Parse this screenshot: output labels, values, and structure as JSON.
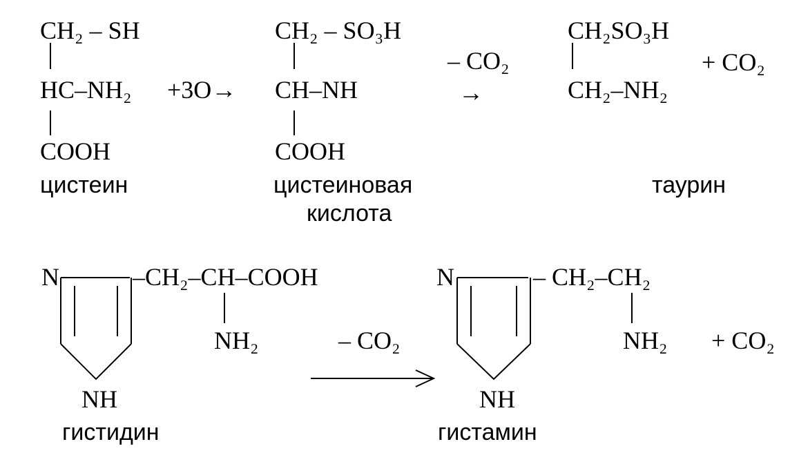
{
  "reaction1": {
    "cysteine": {
      "top": "CH₂ – SH",
      "middle": "HC–NH₂",
      "bottom": "COOH",
      "name": "цистеин"
    },
    "reagent": "+3O→",
    "cysteic_acid": {
      "top": "CH₂ – SO₃H",
      "middle": "CH–NH",
      "bottom": "COOH",
      "name_line1": "цистеиновая",
      "name_line2": "кислота"
    },
    "step": {
      "label": "– CO₂",
      "arrow": "→"
    },
    "taurine": {
      "top": "CH₂SO₃H",
      "bottom": "CH₂–NH₂",
      "name": "таурин"
    },
    "byproduct": "+ CO₂"
  },
  "reaction2": {
    "histidine": {
      "ring_n": "N",
      "chain": "–CH₂–CH–COOH",
      "amine": "NH₂",
      "ring_nh": "NH",
      "name": "гистидин"
    },
    "step": {
      "label": "– CO₂"
    },
    "histamine": {
      "ring_n": "N",
      "chain": "– CH₂–CH₂",
      "amine": "NH₂",
      "ring_nh": "NH",
      "name": "гистамин"
    },
    "byproduct": "+ CO₂"
  }
}
